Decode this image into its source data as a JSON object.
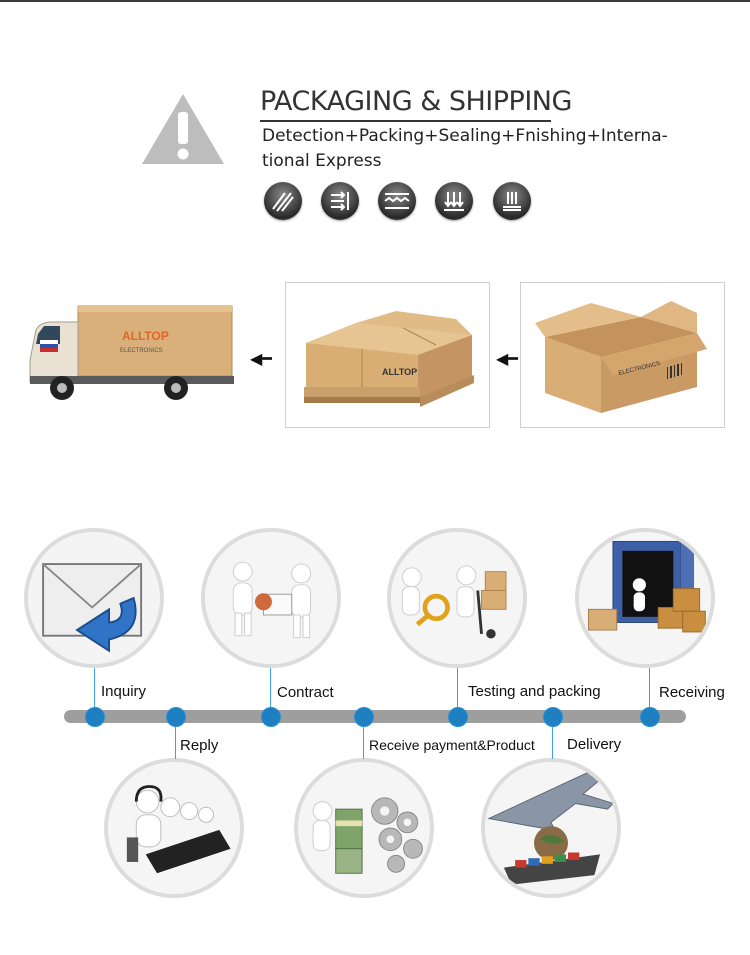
{
  "header": {
    "title": "PACKAGING & SHIPPING",
    "subtitle": "Detection+Packing+Sealing+Fnishing+Interna-tional Express",
    "subtitle_line1": "Detection+Packing+Sealing+Fnishing+Interna-",
    "subtitle_line2": "tional Express"
  },
  "pack_icons": [
    "detection-icon",
    "packing-icon",
    "sealing-icon",
    "finishing-icon",
    "express-icon"
  ],
  "packaging_flow": {
    "brand_text": "ALLTOP",
    "brand_sub": "ELECTRONICS",
    "steps": [
      "truck",
      "pallet",
      "carton"
    ]
  },
  "process": {
    "stages": [
      {
        "label": "Inquiry",
        "pos": "top"
      },
      {
        "label": "Reply",
        "pos": "bottom"
      },
      {
        "label": "Contract",
        "pos": "top"
      },
      {
        "label": "Receive payment&Product",
        "pos": "bottom"
      },
      {
        "label": "Testing and packing",
        "pos": "top"
      },
      {
        "label": "Delivery",
        "pos": "bottom"
      },
      {
        "label": "Receiving",
        "pos": "top"
      }
    ]
  },
  "colors": {
    "timeline_bar": "#9e9e9e",
    "timeline_dot": "#1e7fc1",
    "cardboard": "#d9b07a",
    "accent_blue": "#1e6fc0"
  }
}
